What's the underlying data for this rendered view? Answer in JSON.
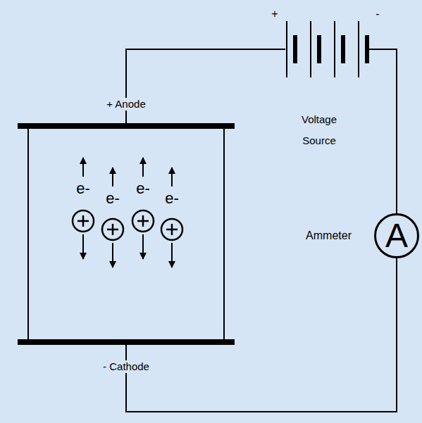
{
  "diagram": {
    "nodes": [
      {
        "text": [
          "Voltage Source"
        ]
      },
      {
        "text": [
          "+ Anode"
        ]
      },
      {
        "text": [
          "A",
          "Ammeter"
        ]
      },
      {
        "text": [
          "- Cathode"
        ]
      }
    ],
    "edges": [
      {
        "from": 1,
        "to": 0,
        "arrow": "none"
      },
      {
        "from": 0,
        "to": 2,
        "arrow": "none"
      },
      {
        "from": 2,
        "to": 3,
        "arrow": "none"
      }
    ],
    "labels": [
      "+",
      "-",
      "e-",
      "e-",
      "e-",
      "e-"
    ]
  }
}
